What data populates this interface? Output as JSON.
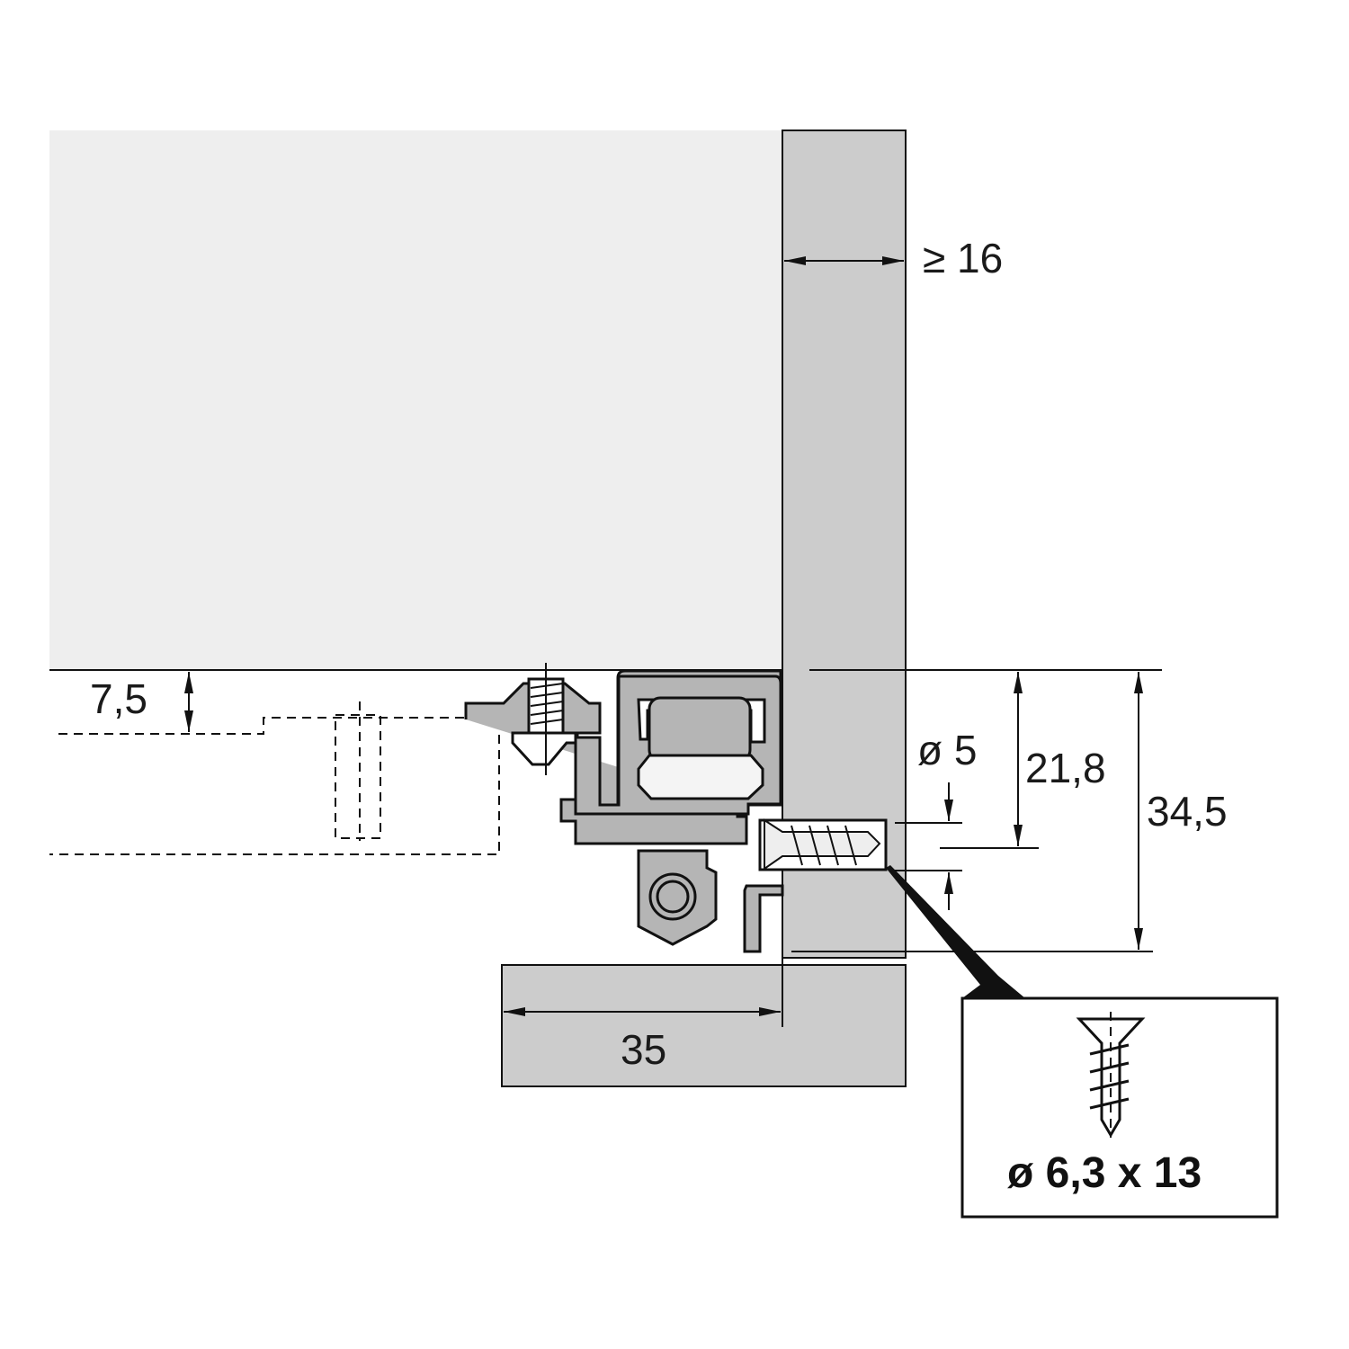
{
  "dimensions": {
    "side_thickness": "≥ 16",
    "offset_top": "7,5",
    "hole_diameter": "ø 5",
    "screw_height": "21,8",
    "total_height": "34,5",
    "depth": "35"
  },
  "callout": {
    "screw_spec": "ø 6,3 x 13"
  },
  "colors": {
    "drawer": "#eeeeee",
    "panel": "#cccccc",
    "mechanism": "#b5b5b5"
  }
}
